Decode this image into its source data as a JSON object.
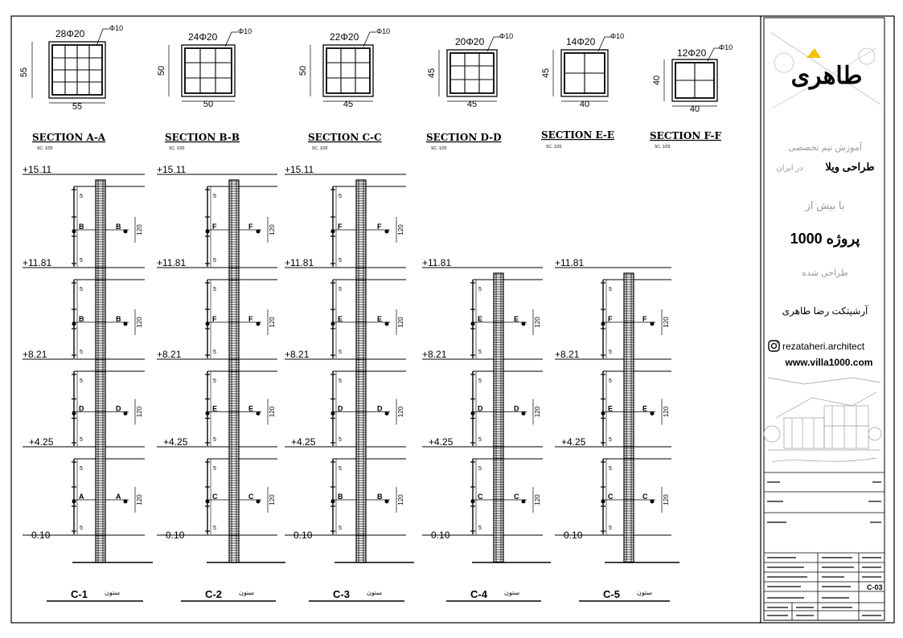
{
  "sections": [
    {
      "id": "A",
      "title": "SECTION  A-A",
      "scale": "SC. 1/20",
      "bars": "28Φ20",
      "tie": "Φ10",
      "width": "55",
      "height": "55"
    },
    {
      "id": "B",
      "title": "SECTION  B-B",
      "scale": "SC. 1/20",
      "bars": "24Φ20",
      "tie": "Φ10",
      "width": "50",
      "height": "50"
    },
    {
      "id": "C",
      "title": "SECTION  C-C",
      "scale": "SC. 1/20",
      "bars": "22Φ20",
      "tie": "Φ10",
      "width": "45",
      "height": "50"
    },
    {
      "id": "D",
      "title": "SECTION  D-D",
      "scale": "SC. 1/20",
      "bars": "20Φ20",
      "tie": "Φ10",
      "width": "45",
      "height": "45"
    },
    {
      "id": "E",
      "title": "SECTION  E-E",
      "scale": "SC. 1/20",
      "bars": "14Φ20",
      "tie": "Φ10",
      "width": "40",
      "height": "45"
    },
    {
      "id": "F",
      "title": "SECTION  F-F",
      "scale": "SC. 1/20",
      "bars": "12Φ20",
      "tie": "Φ10",
      "width": "40",
      "height": "40"
    }
  ],
  "columns": [
    {
      "name": "C-1",
      "label_fa": "ستون",
      "levels": [
        "+15.11",
        "+11.81",
        "+8.21",
        "+4.25",
        "−0.10"
      ],
      "cuts": [
        "B",
        "B",
        "D",
        "A"
      ]
    },
    {
      "name": "C-2",
      "label_fa": "ستون",
      "levels": [
        "+15.11",
        "+11.81",
        "+8.21",
        "+4.25",
        "−0.10"
      ],
      "cuts": [
        "F",
        "F",
        "E",
        "C"
      ]
    },
    {
      "name": "C-3",
      "label_fa": "ستون",
      "levels": [
        "+15.11",
        "+11.81",
        "+8.21",
        "+4.25",
        "−0.10"
      ],
      "cuts": [
        "F",
        "E",
        "D",
        "B"
      ]
    },
    {
      "name": "C-4",
      "label_fa": "ستون",
      "levels": [
        "+11.81",
        "+8.21",
        "+4.25",
        "−0.10"
      ],
      "cuts": [
        "E",
        "D",
        "C"
      ]
    },
    {
      "name": "C-5",
      "label_fa": "ستون",
      "levels": [
        "+11.81",
        "+8.21",
        "+4.25",
        "−0.10"
      ],
      "cuts": [
        "F",
        "E",
        "C"
      ]
    }
  ],
  "dims": {
    "lap": "120",
    "end_zone": "5"
  },
  "sidebar": {
    "logo_text": "طاهری",
    "line1": "آموزش تیم تخصصی",
    "line2_a": "طراحی ویلا",
    "line2_b": "در ایران",
    "line3": "با بیش از",
    "line4": "1000 پروژه",
    "line5": "طراحی شده",
    "line6": "آرشیتکت رضا طاهری",
    "instagram": "rezataheri.architect",
    "website": "www.villa1000.com",
    "sheet_code": "C-03"
  },
  "colors": {
    "ink": "#000000",
    "logo_accent": "#f2c200",
    "logo_red": "#d33a2c",
    "muted": "#9a9a9a"
  }
}
